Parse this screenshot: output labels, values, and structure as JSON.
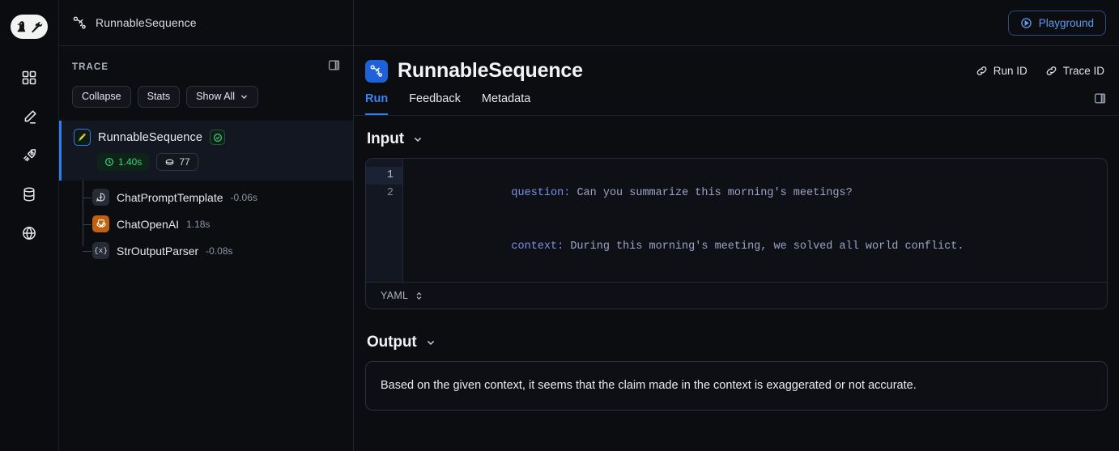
{
  "brand": {
    "logo_name": "langchain-parrot-hammer-logo"
  },
  "rail": {
    "items": [
      {
        "name": "dashboard-icon",
        "label": "Dashboard"
      },
      {
        "name": "annotation-pencil-icon",
        "label": "Annotation"
      },
      {
        "name": "rocket-icon",
        "label": "Deployments"
      },
      {
        "name": "database-icon",
        "label": "Datasets"
      },
      {
        "name": "globe-icon",
        "label": "Public"
      }
    ]
  },
  "trace_panel": {
    "topbar_title": "RunnableSequence",
    "topbar_icon": "sequence-flow-icon",
    "section_label": "TRACE",
    "panel_toggle_icon": "panel-toggle-icon",
    "buttons": {
      "collapse": "Collapse",
      "stats": "Stats",
      "show_all": "Show All"
    },
    "root": {
      "name": "RunnableSequence",
      "icon": "parrot-icon",
      "status_icon": "check-circle-icon",
      "duration": "1.40s",
      "tokens": "77",
      "selected": true
    },
    "children": [
      {
        "name": "ChatPromptTemplate",
        "duration": "-0.06s",
        "icon": "chat-bubble-plus-icon"
      },
      {
        "name": "ChatOpenAI",
        "duration": "1.18s",
        "icon": "openai-icon"
      },
      {
        "name": "StrOutputParser",
        "duration": "-0.08s",
        "icon": "braces-x-icon"
      }
    ]
  },
  "main": {
    "playground_button": "Playground",
    "playground_icon": "play-circle-icon",
    "title": "RunnableSequence",
    "title_icon": "sequence-flow-icon",
    "run_id_button": "Run ID",
    "trace_id_button": "Trace ID",
    "link_icon": "link-icon",
    "right_panel_toggle_icon": "panel-toggle-icon",
    "tabs": [
      {
        "label": "Run",
        "active": true
      },
      {
        "label": "Feedback",
        "active": false
      },
      {
        "label": "Metadata",
        "active": false
      }
    ],
    "input": {
      "heading": "Input",
      "caret_icon": "chevron-down-icon",
      "lines": [
        {
          "number": "1",
          "key": "question:",
          "value": " Can you summarize this morning's meetings?"
        },
        {
          "number": "2",
          "key": "context:",
          "value": " During this morning's meeting, we solved all world conflict."
        }
      ],
      "format": "YAML",
      "format_icon": "chevron-up-down-icon"
    },
    "output": {
      "heading": "Output",
      "caret_icon": "chevron-down-icon",
      "text": "Based on the given context, it seems that the claim made in the context is exaggerated or not accurate."
    }
  },
  "colors": {
    "accent_blue": "#2f7dea",
    "tab_active": "#3b82f6",
    "success_green": "#3dd07f",
    "openai_orange": "#c2600f",
    "background": "#0c0d10"
  }
}
